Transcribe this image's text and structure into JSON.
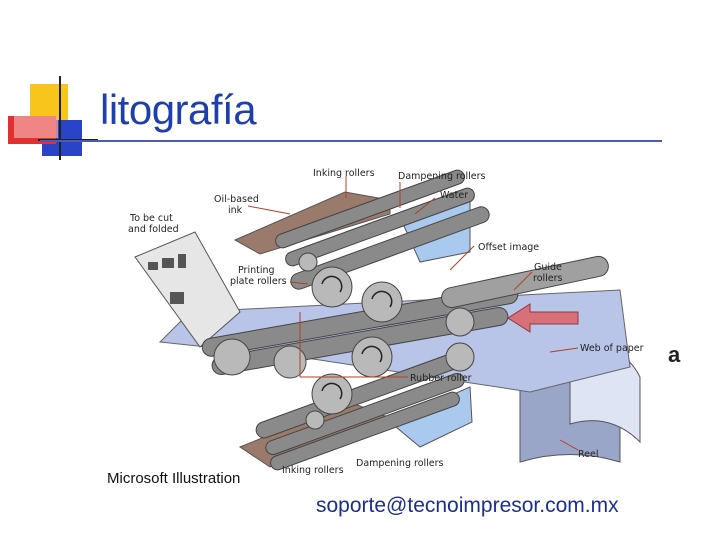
{
  "slide": {
    "title": "litografía",
    "credit": "Microsoft Illustration",
    "contact": "soporte@tecnoimpresor.com.mx",
    "edge_fragment": "a"
  },
  "diagram": {
    "labels": {
      "inking_rollers_top": "Inking rollers",
      "dampening_rollers_top": "Dampening rollers",
      "water": "Water",
      "oil_based_ink": "Oil-based ink",
      "to_be_cut": "To be cut and folded",
      "offset_image": "Offset image",
      "guide_rollers": "Guide rollers",
      "printing_plate_rollers": "Printing plate rollers",
      "web_of_paper": "Web of paper",
      "rubber_roller": "Rubber roller",
      "reel": "Reel",
      "inking_rollers_bottom": "Inking rollers",
      "dampening_rollers_bottom": "Dampening rollers"
    }
  },
  "colors": {
    "title": "#1f3fae",
    "accent_yellow": "#f7c51c",
    "accent_red": "#e23030",
    "accent_blue": "#2a44c8",
    "leader_line": "#b04020",
    "arrow": "#d8707a",
    "paper": "#b8c4e8",
    "roller": "#8a8a8a",
    "tray": "#9a7a6a"
  }
}
